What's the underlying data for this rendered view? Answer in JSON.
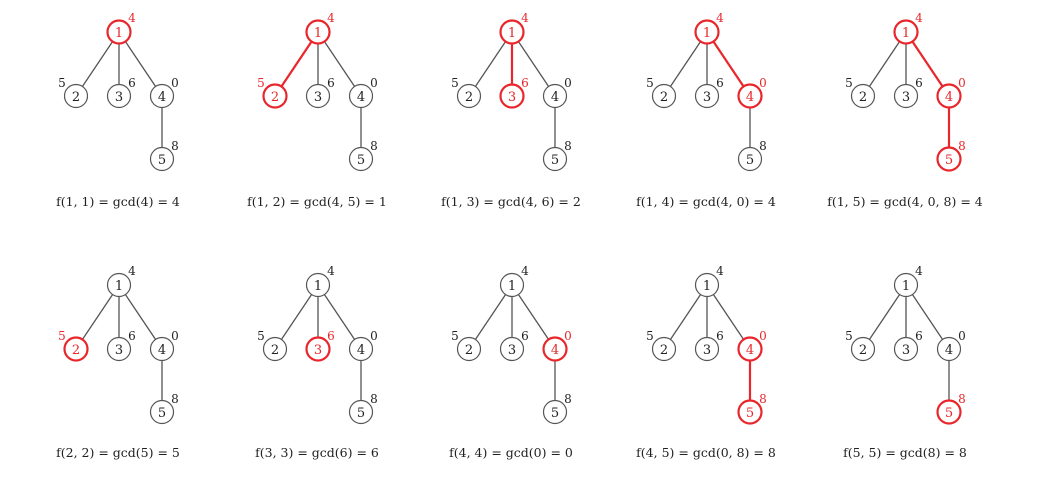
{
  "colors": {
    "default": "#555555",
    "highlight": "#e8262b",
    "text": "#222222"
  },
  "tree": {
    "nodes": [
      {
        "id": 1,
        "label": "1",
        "weight": "4"
      },
      {
        "id": 2,
        "label": "2",
        "weight": "5"
      },
      {
        "id": 3,
        "label": "3",
        "weight": "6"
      },
      {
        "id": 4,
        "label": "4",
        "weight": "0"
      },
      {
        "id": 5,
        "label": "5",
        "weight": "8"
      }
    ],
    "edges": [
      [
        1,
        2
      ],
      [
        1,
        3
      ],
      [
        1,
        4
      ],
      [
        4,
        5
      ]
    ]
  },
  "panels": [
    {
      "highlight_nodes": [
        1
      ],
      "highlight_edges": [],
      "formula": "f(1, 1) = gcd(4) = 4"
    },
    {
      "highlight_nodes": [
        1,
        2
      ],
      "highlight_edges": [
        [
          1,
          2
        ]
      ],
      "formula": "f(1, 2) = gcd(4, 5) = 1"
    },
    {
      "highlight_nodes": [
        1,
        3
      ],
      "highlight_edges": [
        [
          1,
          3
        ]
      ],
      "formula": "f(1, 3) = gcd(4, 6) = 2"
    },
    {
      "highlight_nodes": [
        1,
        4
      ],
      "highlight_edges": [
        [
          1,
          4
        ]
      ],
      "formula": "f(1, 4) = gcd(4, 0) = 4"
    },
    {
      "highlight_nodes": [
        1,
        4,
        5
      ],
      "highlight_edges": [
        [
          1,
          4
        ],
        [
          4,
          5
        ]
      ],
      "formula": "f(1, 5) = gcd(4, 0, 8) = 4"
    },
    {
      "highlight_nodes": [
        2
      ],
      "highlight_edges": [],
      "formula": "f(2, 2) = gcd(5) = 5"
    },
    {
      "highlight_nodes": [
        3
      ],
      "highlight_edges": [],
      "formula": "f(3, 3) = gcd(6) = 6"
    },
    {
      "highlight_nodes": [
        4
      ],
      "highlight_edges": [],
      "formula": "f(4, 4) = gcd(0) = 0"
    },
    {
      "highlight_nodes": [
        4,
        5
      ],
      "highlight_edges": [
        [
          4,
          5
        ]
      ],
      "formula": "f(4, 5) = gcd(0, 8) = 8"
    },
    {
      "highlight_nodes": [
        5
      ],
      "highlight_edges": [],
      "formula": "f(5, 5) = gcd(8) = 8"
    }
  ]
}
